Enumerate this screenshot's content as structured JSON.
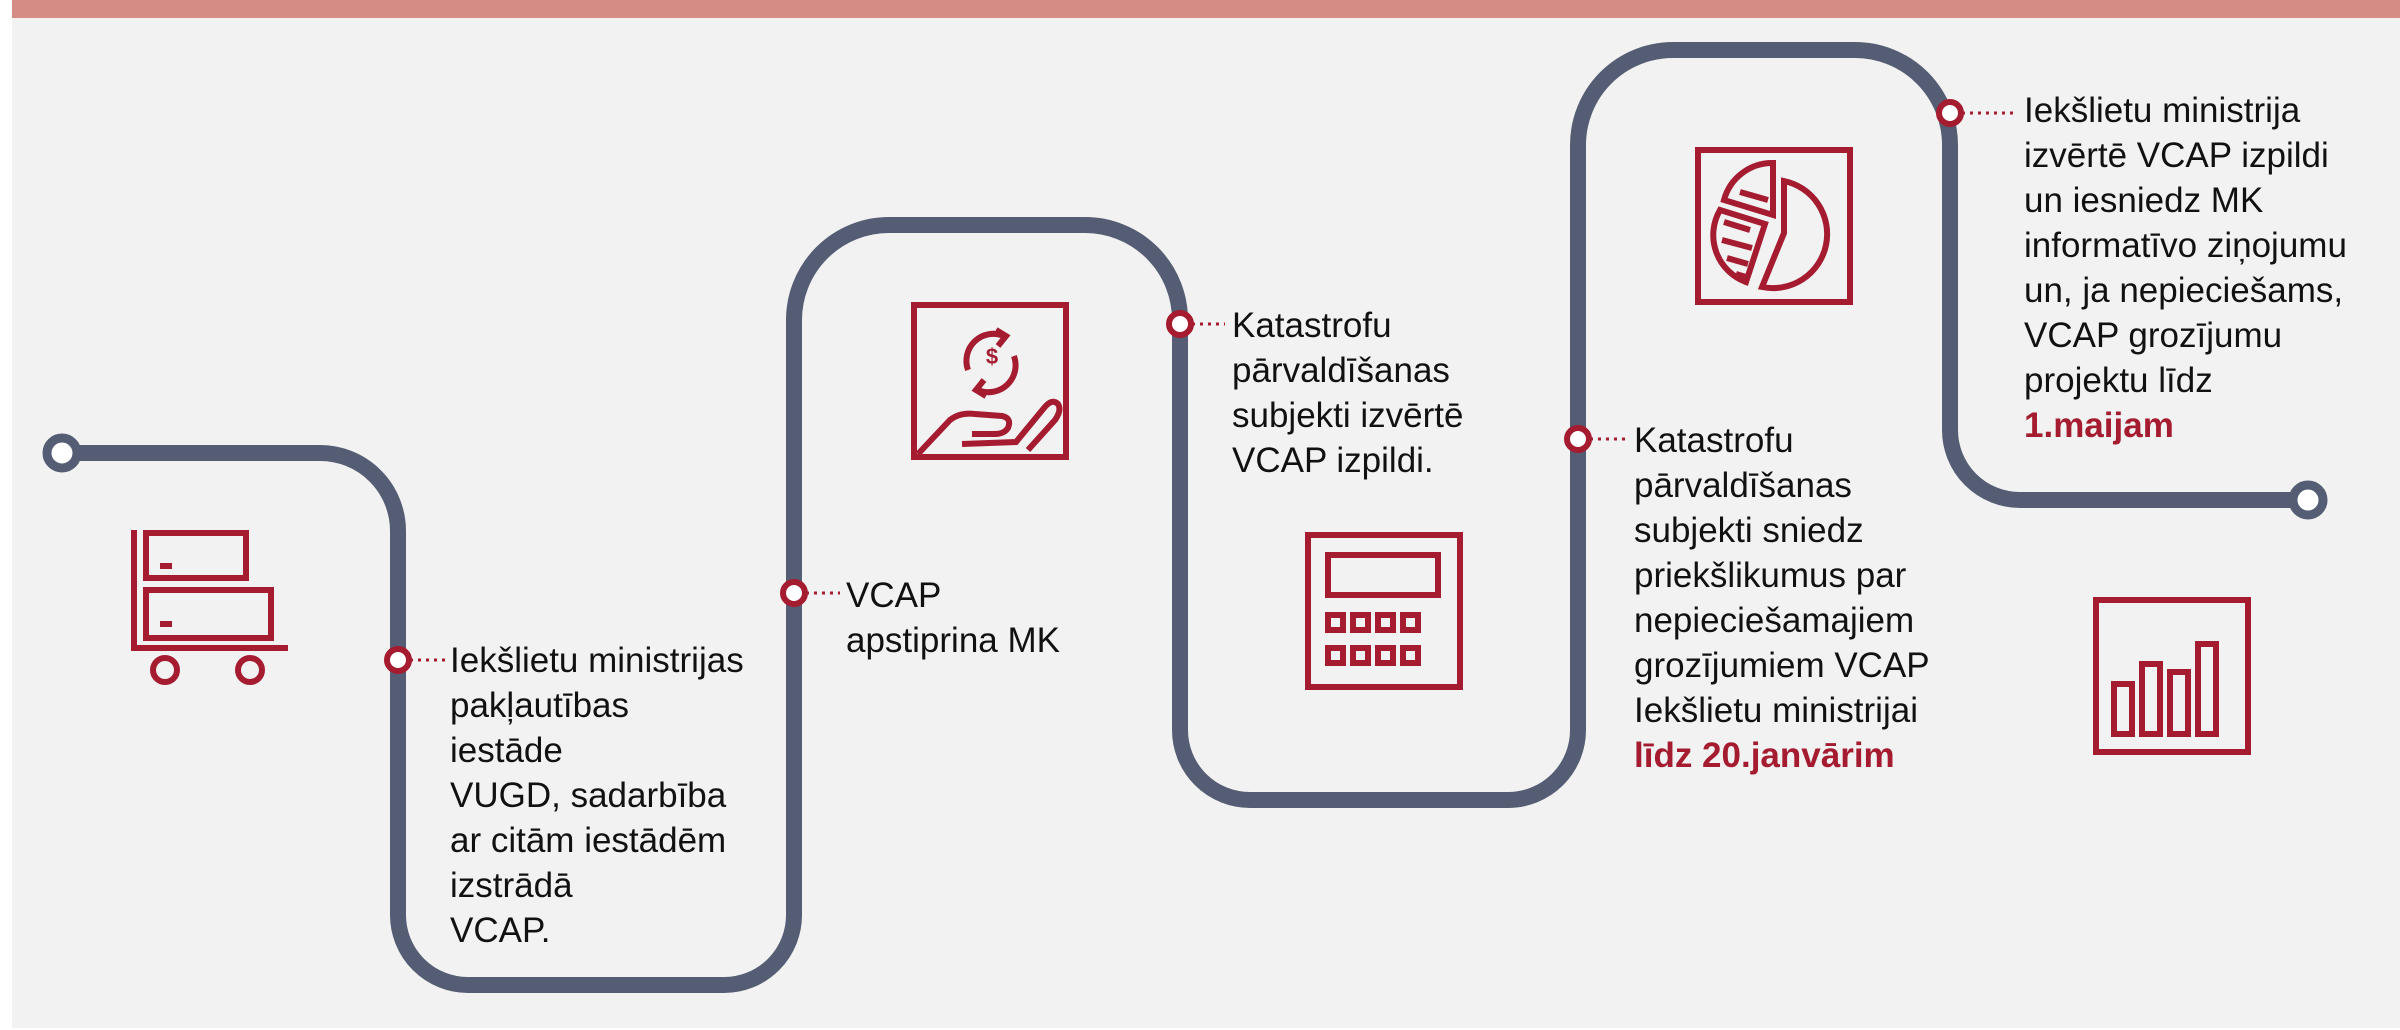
{
  "colors": {
    "track": "#545d73",
    "accent": "#a51c30",
    "top_bar": "#d48c85",
    "panel": "#f2f2f2"
  },
  "steps": [
    {
      "lines": [
        "Iekšlietu ministrijas",
        "pakļautības",
        "iestāde",
        "VUGD, sadarbība",
        "ar citām iestādēm",
        "izstrādā",
        "VCAP."
      ],
      "deadline": "",
      "icon": "hand-truck-icon"
    },
    {
      "lines": [
        "VCAP",
        "apstiprina MK"
      ],
      "deadline": "",
      "icon": "money-exchange-hand-icon"
    },
    {
      "lines": [
        "Katastrofu",
        "pārvaldīšanas",
        "subjekti izvērtē",
        "VCAP izpildi."
      ],
      "deadline": "",
      "icon": "calculator-icon"
    },
    {
      "lines": [
        "Katastrofu",
        "pārvaldīšanas",
        "subjekti sniedz",
        "priekšlikumus par",
        "nepieciešamajiem",
        "grozījumiem VCAP",
        "Iekšlietu ministrijai"
      ],
      "deadline": "līdz 20.janvārim",
      "icon": "pie-chart-icon"
    },
    {
      "lines": [
        "Iekšlietu ministrija",
        "izvērtē VCAP izpildi",
        "un iesniedz MK",
        "informatīvo ziņojumu",
        "un, ja nepieciešams,",
        "VCAP grozījumu",
        "projektu līdz"
      ],
      "deadline": "1.maijam",
      "icon": "bar-chart-icon"
    }
  ]
}
